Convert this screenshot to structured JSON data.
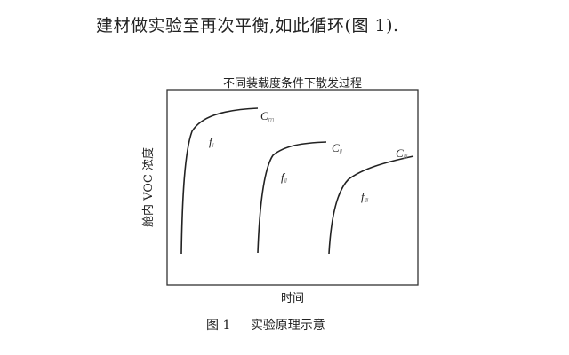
{
  "intro_text": "建材做实验至再次平衡,如此循环(图 1).",
  "figure": {
    "caption_number": "图 1",
    "caption_title": "实验原理示意"
  },
  "chart_data": {
    "type": "line",
    "title": "不同装载度条件下散发过程",
    "xlabel": "时间",
    "ylabel": "舱内 VOC 浓度",
    "grid": false,
    "legend": "none",
    "curves": [
      {
        "label": "f",
        "sub": "Ⅰ",
        "end_label": "C",
        "end_sub": "m"
      },
      {
        "label": "f",
        "sub": "Ⅱ",
        "end_label": "C",
        "end_sub": "Ⅱ"
      },
      {
        "label": "f",
        "sub": "Ⅲ",
        "end_label": "C",
        "end_sub": "Ⅲ"
      }
    ]
  }
}
